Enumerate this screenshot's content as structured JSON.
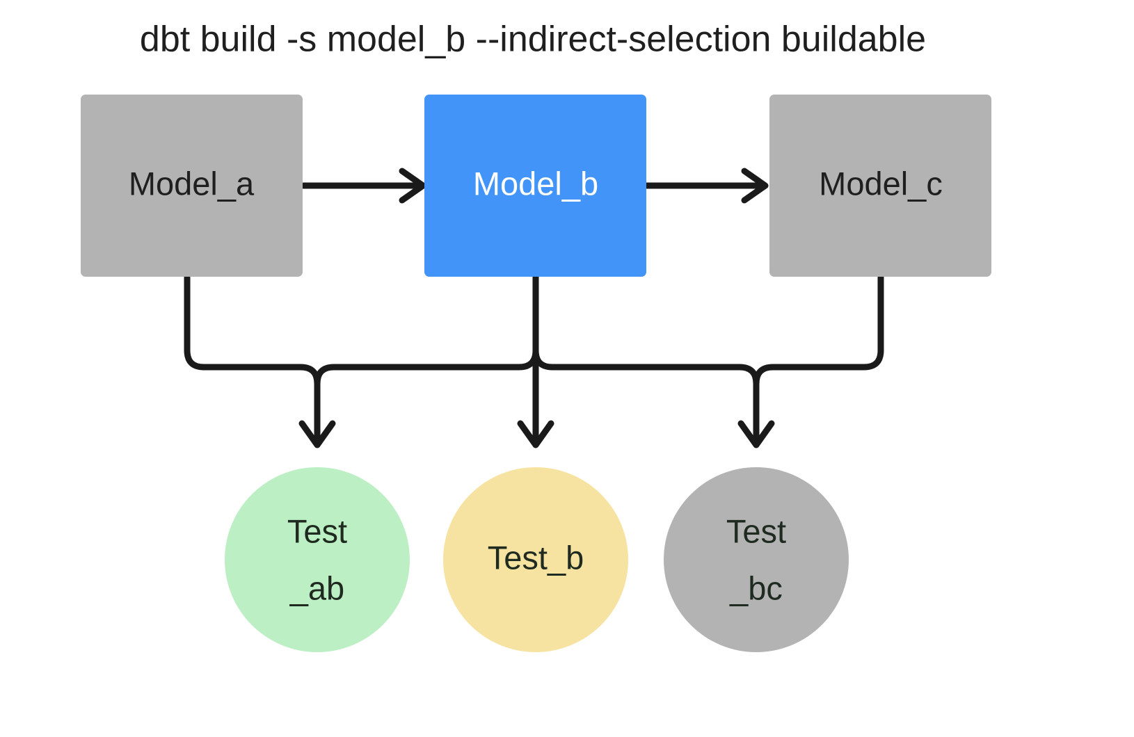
{
  "diagram": {
    "title": "dbt build -s model_b --indirect-selection buildable",
    "background_color": "#ffffff",
    "edge_color": "#1a1a1a",
    "colors": {
      "gray": "#b3b3b3",
      "blue": "#4294f8",
      "green": "#bdefc4",
      "yellow": "#f7e3a1",
      "text_dark": "#1f1f1f",
      "text_light": "#ffffff"
    },
    "models": [
      {
        "id": "model_a",
        "label": "Model_a",
        "fill": "#b3b3b3",
        "text_color": "#1f1f1f",
        "selected": false
      },
      {
        "id": "model_b",
        "label": "Model_b",
        "fill": "#4294f8",
        "text_color": "#ffffff",
        "selected": true
      },
      {
        "id": "model_c",
        "label": "Model_c",
        "fill": "#b3b3b3",
        "text_color": "#1f1f1f",
        "selected": false
      }
    ],
    "tests": [
      {
        "id": "test_ab",
        "label_line1": "Test",
        "label_line2": "_ab",
        "fill": "#bdefc4",
        "text_color": "#1f2b20",
        "selected": true,
        "two_line": true
      },
      {
        "id": "test_b",
        "label_line1": "Test_b",
        "label_line2": "",
        "fill": "#f7e3a1",
        "text_color": "#1f2b20",
        "selected": true,
        "two_line": false
      },
      {
        "id": "test_bc",
        "label_line1": "Test",
        "label_line2": "_bc",
        "fill": "#b3b3b3",
        "text_color": "#1f2b20",
        "selected": false,
        "two_line": true
      }
    ],
    "edges": [
      {
        "from": "model_a",
        "to": "model_b",
        "kind": "horizontal"
      },
      {
        "from": "model_b",
        "to": "model_c",
        "kind": "horizontal"
      },
      {
        "from": "model_a",
        "to": "test_ab",
        "kind": "elbow"
      },
      {
        "from": "model_b",
        "to": "test_ab",
        "kind": "elbow"
      },
      {
        "from": "model_b",
        "to": "test_b",
        "kind": "straight"
      },
      {
        "from": "model_b",
        "to": "test_bc",
        "kind": "elbow"
      },
      {
        "from": "model_c",
        "to": "test_bc",
        "kind": "elbow"
      }
    ]
  }
}
